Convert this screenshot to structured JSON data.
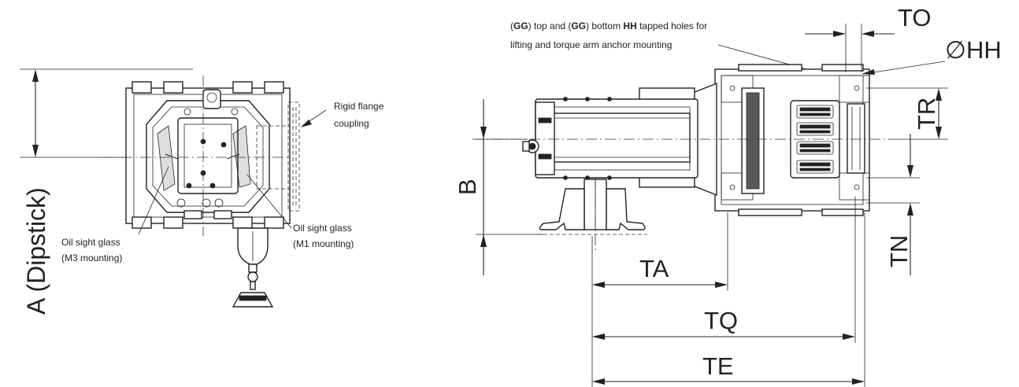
{
  "left_view": {
    "dim_a": "A (Dipstick)",
    "label_rigid_flange": "Rigid flange",
    "label_coupling": "coupling",
    "label_oil_m3_1": "Oil sight glass",
    "label_oil_m3_2": "(M3 mounting)",
    "label_oil_m1_1": "Oil sight glass",
    "label_oil_m1_2": "(M1 mounting)"
  },
  "right_view": {
    "note_gg1": "GG",
    "note_mid1": " top and (",
    "note_gg2": "GG",
    "note_mid2": ") bottom ",
    "note_hh": "HH",
    "note_end": " tapped holes for",
    "note_line2": "lifting and torque arm anchor mounting",
    "dim_to": "TO",
    "dim_hh": "∅HH",
    "dim_tr": "TR",
    "dim_tn": "TN",
    "dim_b": "B",
    "dim_ta": "TA",
    "dim_tq": "TQ",
    "dim_te": "TE"
  }
}
